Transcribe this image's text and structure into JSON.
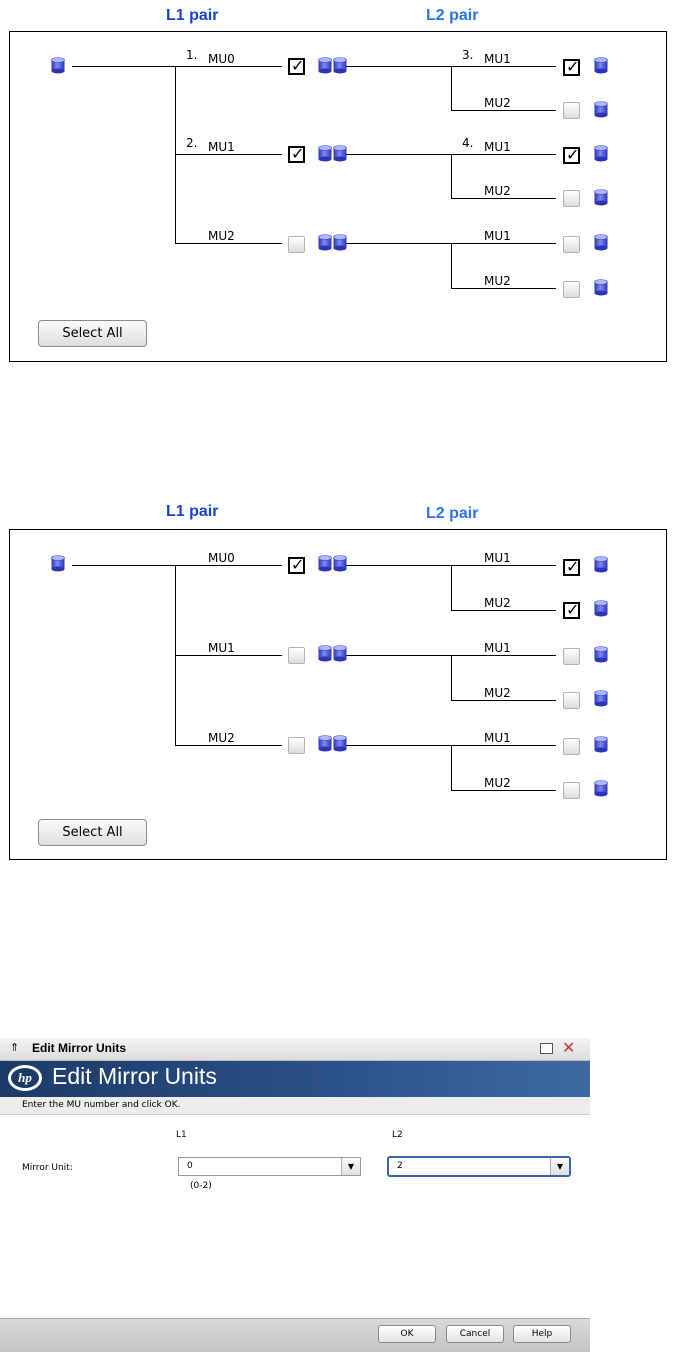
{
  "diagram1": {
    "l1_header": "L1 pair",
    "l2_header": "L2 pair",
    "l1": [
      {
        "num": "1.",
        "label": "MU0",
        "checked": true
      },
      {
        "num": "2.",
        "label": "MU1",
        "checked": true
      },
      {
        "num": "",
        "label": "MU2",
        "checked": false
      }
    ],
    "l2": [
      {
        "num": "3.",
        "label": "MU1",
        "checked": true
      },
      {
        "num": "",
        "label": "MU2",
        "checked": false
      },
      {
        "num": "4.",
        "label": "MU1",
        "checked": true
      },
      {
        "num": "",
        "label": "MU2",
        "checked": false
      },
      {
        "num": "",
        "label": "MU1",
        "checked": false
      },
      {
        "num": "",
        "label": "MU2",
        "checked": false
      }
    ],
    "select_all": "Select All"
  },
  "diagram2": {
    "l1_header": "L1 pair",
    "l2_header": "L2 pair",
    "l1": [
      {
        "num": "",
        "label": "MU0",
        "checked": true
      },
      {
        "num": "",
        "label": "MU1",
        "checked": false
      },
      {
        "num": "",
        "label": "MU2",
        "checked": false
      }
    ],
    "l2": [
      {
        "num": "",
        "label": "MU1",
        "checked": true
      },
      {
        "num": "",
        "label": "MU2",
        "checked": true
      },
      {
        "num": "",
        "label": "MU1",
        "checked": false
      },
      {
        "num": "",
        "label": "MU2",
        "checked": false
      },
      {
        "num": "",
        "label": "MU1",
        "checked": false
      },
      {
        "num": "",
        "label": "MU2",
        "checked": false
      }
    ],
    "select_all": "Select All"
  },
  "dialog": {
    "window_title": "Edit Mirror Units",
    "banner_title": "Edit Mirror Units",
    "logo_text": "hp",
    "instruction": "Enter the MU number and click OK.",
    "field_label": "Mirror Unit:",
    "l1_header": "L1",
    "l2_header": "L2",
    "l1_value": "0",
    "l2_value": "2",
    "range_hint": "(0-2)",
    "ok": "OK",
    "cancel": "Cancel",
    "help": "Help"
  },
  "colors": {
    "l1_header": "#1a3fd8",
    "l2_header": "#2a74e8",
    "disk": "#4a55d6",
    "banner": "#2a5187",
    "close": "#d0342c"
  }
}
